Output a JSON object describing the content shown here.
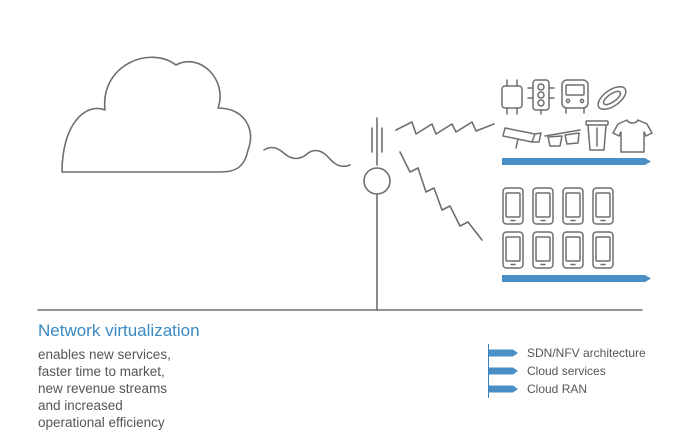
{
  "heading": "Network virtualization",
  "description_lines": [
    "enables new services,",
    "faster time to market,",
    "new revenue streams",
    "and increased",
    "operational efficiency"
  ],
  "legend": [
    {
      "label": "SDN/NFV architecture"
    },
    {
      "label": "Cloud services"
    },
    {
      "label": "Cloud RAN"
    }
  ],
  "iot_devices": [
    "watch-icon",
    "traffic-light-icon",
    "bus-icon",
    "wristband-icon",
    "security-camera-icon",
    "smart-glasses-icon",
    "trash-bin-icon",
    "tshirt-icon"
  ],
  "phones": [
    "phone-icon",
    "phone-icon",
    "phone-icon",
    "phone-icon",
    "phone-icon",
    "phone-icon",
    "phone-icon",
    "phone-icon"
  ],
  "colors": {
    "accent_blue": "#3a8ac4",
    "bar_blue": "#4a8fc6",
    "line_gray": "#6e6e6e",
    "text_gray": "#555555"
  }
}
